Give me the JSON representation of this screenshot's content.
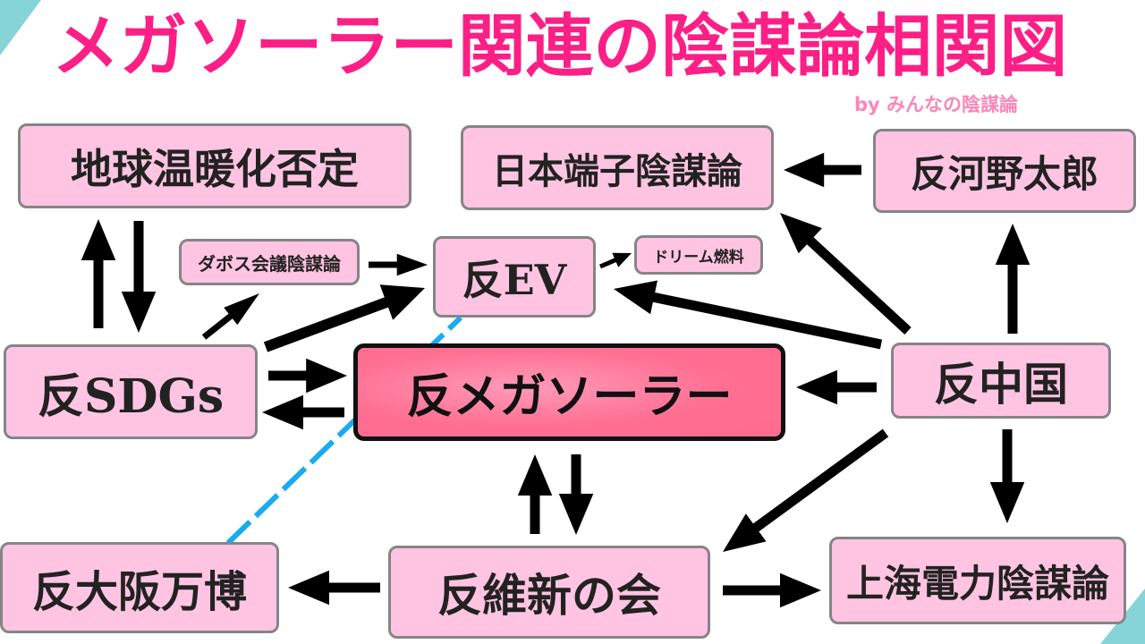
{
  "header": {
    "title": "メガソーラー関連の陰謀論相関図",
    "byline": "by みんなの陰謀論"
  },
  "colors": {
    "title": "#fb1f86",
    "byline": "#fb86b8",
    "node_fill": "#ffc4e2",
    "node_border": "#858585",
    "main_node_fill": "#ff6f92",
    "main_node_border": "#111111",
    "arrow": "#000000",
    "dashed_link": "#1aaaf0",
    "corner_accent": "#86d3d8"
  },
  "nodes": {
    "global_warming_denial": "地球温暖化否定",
    "anti_kono_taro": "反河野太郎",
    "japan_fringe_conspiracy": "日本端子陰謀論",
    "davos_conspiracy": "ダボス会議陰謀論",
    "anti_ev": "反EV",
    "dream_fuel": "ドリーム燃料",
    "anti_sdgs": "反SDGs",
    "anti_mega_solar": "反メガソーラー",
    "anti_china": "反中国",
    "anti_osaka_expo": "反大阪万博",
    "anti_ishin": "反維新の会",
    "shanghai_electric_conspiracy": "上海電力陰謀論"
  },
  "edges": [
    {
      "from": "global_warming_denial",
      "to": "anti_sdgs",
      "type": "arrow"
    },
    {
      "from": "anti_sdgs",
      "to": "global_warming_denial",
      "type": "arrow"
    },
    {
      "from": "anti_sdgs",
      "to": "davos_conspiracy",
      "type": "arrow"
    },
    {
      "from": "anti_sdgs",
      "to": "anti_ev",
      "type": "arrow"
    },
    {
      "from": "anti_sdgs",
      "to": "anti_mega_solar",
      "type": "arrow"
    },
    {
      "from": "anti_mega_solar",
      "to": "anti_sdgs",
      "type": "arrow"
    },
    {
      "from": "davos_conspiracy",
      "to": "anti_ev",
      "type": "arrow"
    },
    {
      "from": "anti_ev",
      "to": "dream_fuel",
      "type": "arrow"
    },
    {
      "from": "anti_kono_taro",
      "to": "japan_fringe_conspiracy",
      "type": "arrow"
    },
    {
      "from": "anti_china",
      "to": "japan_fringe_conspiracy",
      "type": "arrow"
    },
    {
      "from": "anti_china",
      "to": "anti_ev",
      "type": "arrow"
    },
    {
      "from": "anti_china",
      "to": "anti_mega_solar",
      "type": "arrow"
    },
    {
      "from": "anti_china",
      "to": "anti_kono_taro",
      "type": "arrow"
    },
    {
      "from": "anti_china",
      "to": "shanghai_electric_conspiracy",
      "type": "arrow"
    },
    {
      "from": "anti_china",
      "to": "anti_ishin",
      "type": "arrow"
    },
    {
      "from": "anti_ishin",
      "to": "anti_mega_solar",
      "type": "arrow"
    },
    {
      "from": "anti_mega_solar",
      "to": "anti_ishin",
      "type": "arrow"
    },
    {
      "from": "anti_ishin",
      "to": "anti_osaka_expo",
      "type": "arrow"
    },
    {
      "from": "anti_ishin",
      "to": "shanghai_electric_conspiracy",
      "type": "arrow"
    },
    {
      "from": "anti_osaka_expo",
      "to": "anti_ev",
      "type": "dashed"
    }
  ]
}
